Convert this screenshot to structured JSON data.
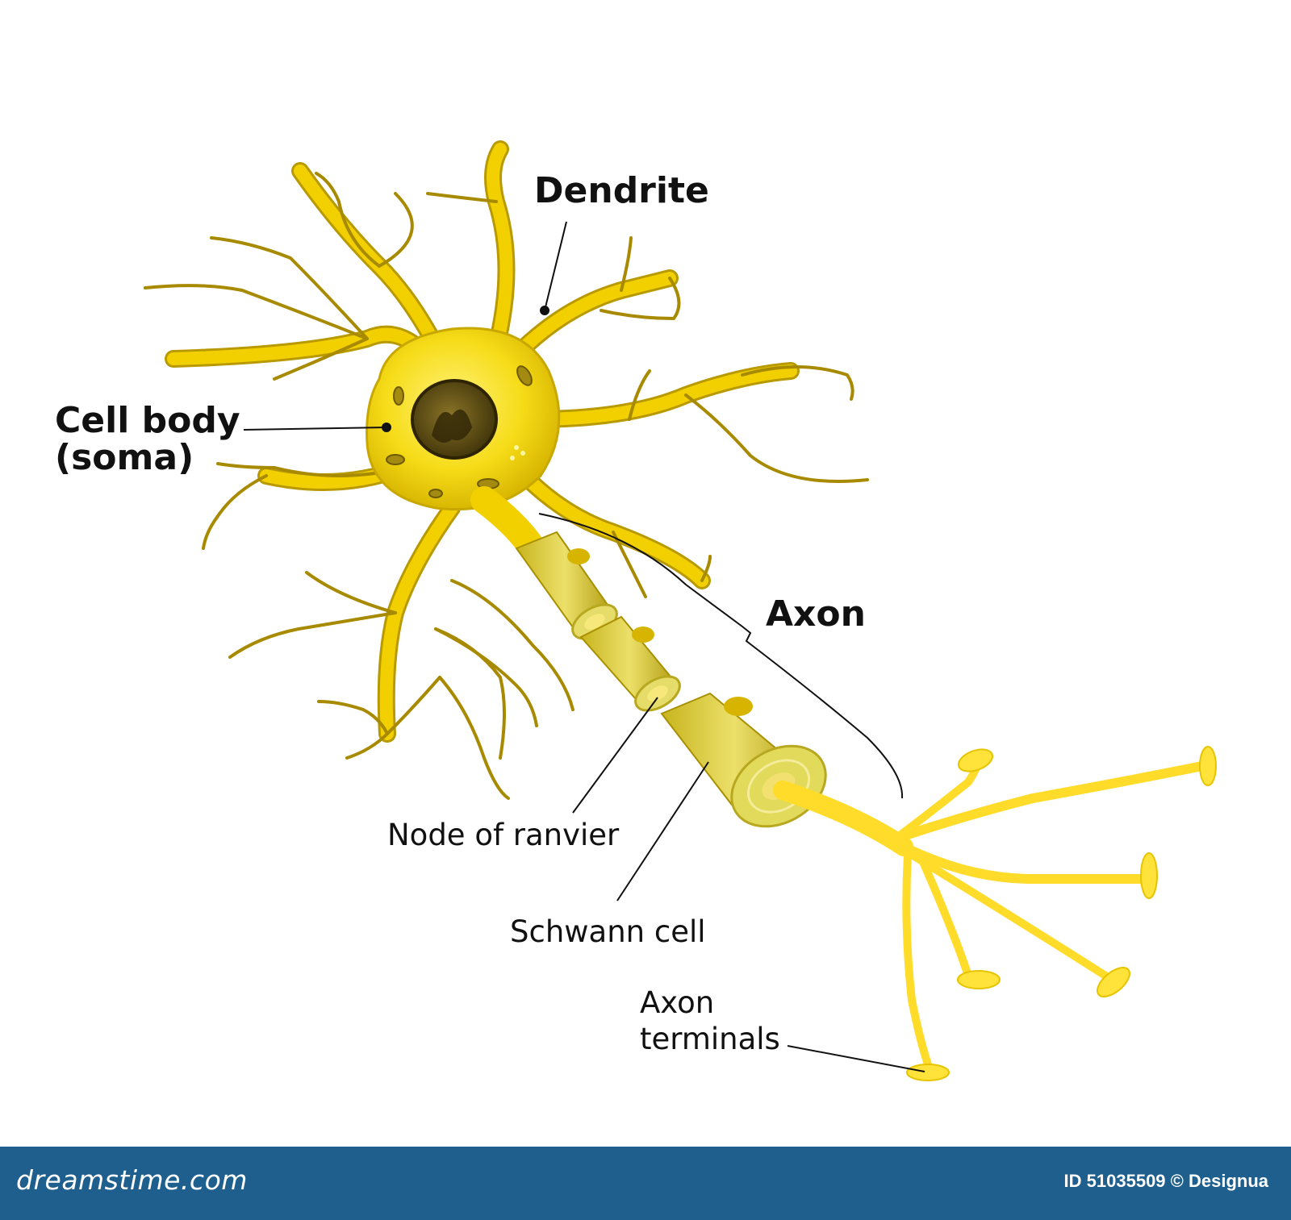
{
  "labels": {
    "dendrite": "Dendrite",
    "cell_body_line1": "Cell body",
    "cell_body_line2": "(soma)",
    "axon": "Axon",
    "node_of_ranvier": "Node of  ranvier",
    "schwann_cell": "Schwann cell",
    "axon_terminals_line1": "Axon",
    "axon_terminals_line2": "terminals"
  },
  "footer": {
    "logo": "dreamstime.com",
    "credit": "ID 51035509 © Designua"
  },
  "colors": {
    "cell": "#f2d400",
    "cell_dark": "#a88a00",
    "dendrite_edge": "#9c8200",
    "myelin": "#d4c430",
    "nucleus": "#5a4a14",
    "axon_terminal": "#ffe23a",
    "footer_bg": "#1f5f8d",
    "leader": "#111111"
  }
}
